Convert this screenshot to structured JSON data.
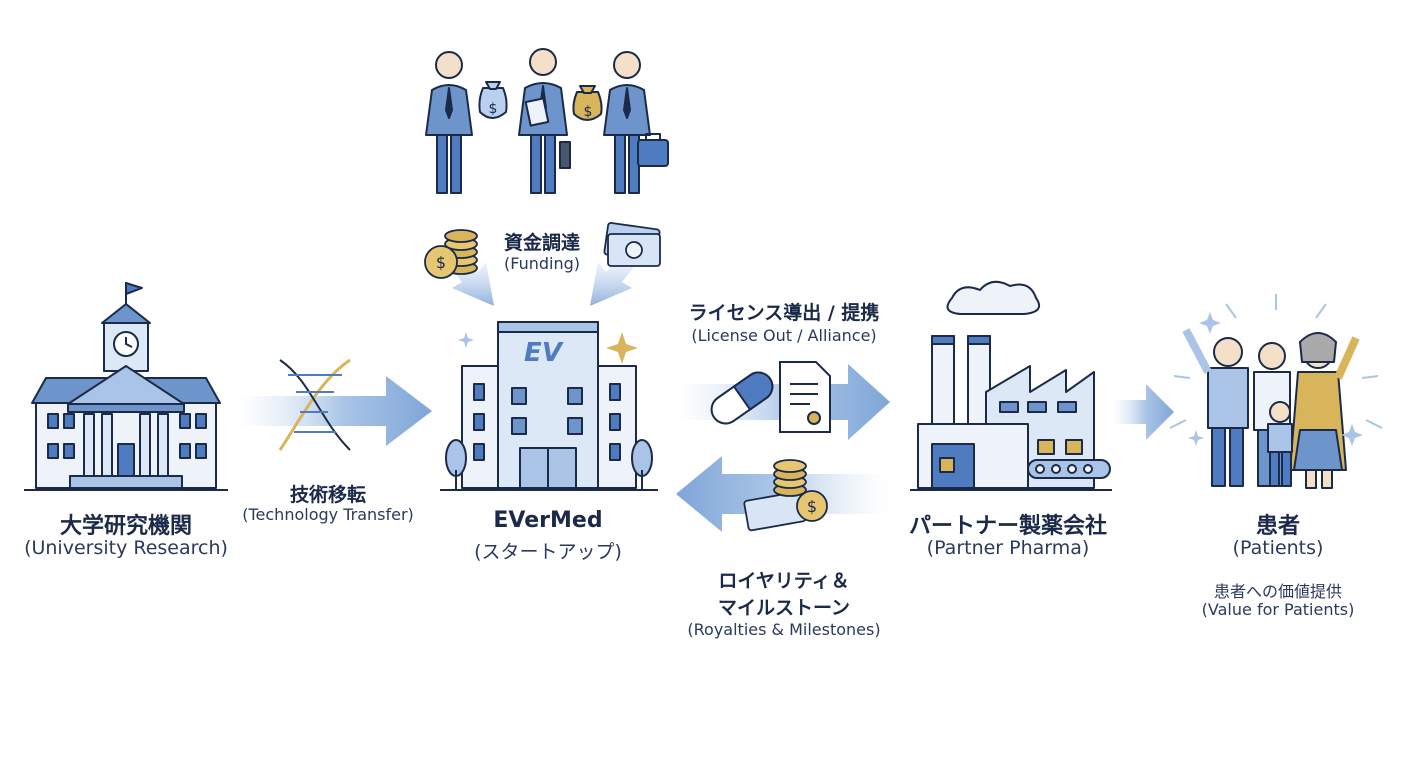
{
  "nodes": {
    "university": {
      "title": "大学研究機関",
      "subtitle": "(University Research)"
    },
    "startup": {
      "title": "EVerMed",
      "subtitle": "(スタートアップ)",
      "logo_text": "EV"
    },
    "partner": {
      "title": "パートナー製薬会社",
      "subtitle": "(Partner Pharma)"
    },
    "patients": {
      "title": "患者",
      "subtitle": "(Patients)",
      "note_jp": "患者への価値提供",
      "note_en": "(Value for Patients)"
    }
  },
  "flows": {
    "tech_transfer": {
      "title": "技術移転",
      "subtitle": "(Technology Transfer)"
    },
    "funding": {
      "title": "資金調達",
      "subtitle": "(Funding)"
    },
    "license": {
      "title": "ライセンス導出 / 提携",
      "subtitle": "(License Out / Alliance)"
    },
    "royalties": {
      "title_line1": "ロイヤリティ＆",
      "title_line2": "マイルストーン",
      "subtitle": "(Royalties & Milestones)"
    }
  },
  "colors": {
    "navy": "#1c2a4a",
    "blue": "#4f7cc0",
    "light_blue": "#a9c4e6",
    "pale_blue": "#dce8f6",
    "gold": "#d8b45a"
  }
}
